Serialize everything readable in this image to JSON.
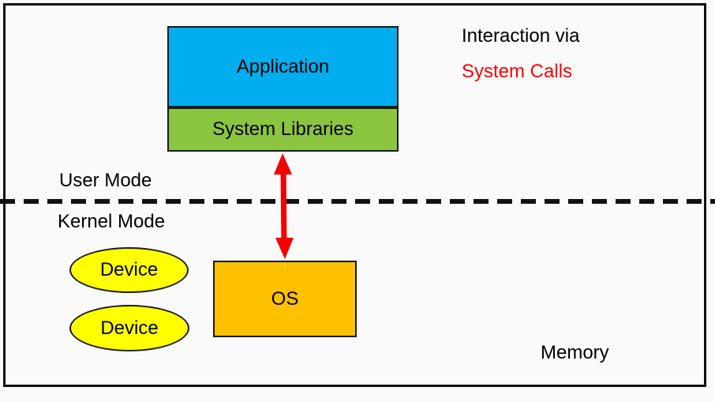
{
  "diagram": {
    "title_implicit": "OS interaction via system calls",
    "nodes": {
      "application": {
        "label": "Application"
      },
      "system_libraries": {
        "label": "System Libraries"
      },
      "os": {
        "label": "OS"
      },
      "device_1": {
        "label": "Device"
      },
      "device_2": {
        "label": "Device"
      }
    },
    "labels": {
      "interaction_line1": "Interaction via",
      "interaction_line2": "System Calls",
      "user_mode": "User Mode",
      "kernel_mode": "Kernel Mode",
      "memory": "Memory"
    },
    "connectors": {
      "system_call_arrow": "double-headed vertical arrow between System Libraries and OS",
      "mode_boundary": "dashed horizontal line separating User Mode and Kernel Mode"
    }
  },
  "colors": {
    "application_fill": "#00AEEF",
    "system_libraries_fill": "#8CC540",
    "os_fill": "#FFC000",
    "device_fill": "#FFFF00",
    "arrow_red": "#F40000",
    "system_calls_text": "#FF0000",
    "text": "#000000",
    "border": "#111111",
    "background": "#FAFAFA"
  }
}
